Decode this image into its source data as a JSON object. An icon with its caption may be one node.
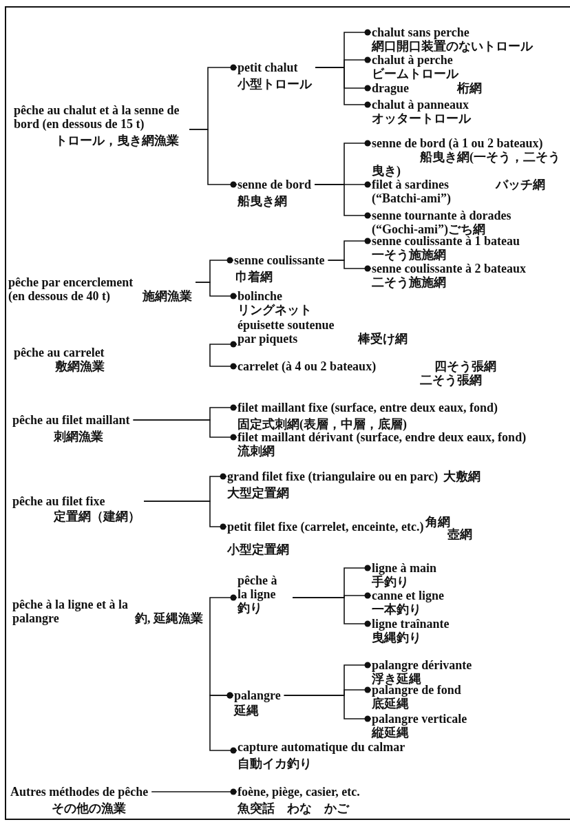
{
  "diagram": {
    "nodes": [
      {
        "text": [
          "pêche au chalut et à la senne de bord (en dessous de 15 t)",
          "トロール，曳き網漁業"
        ]
      },
      {
        "text": [
          "petit chalut",
          "小型トロール"
        ]
      },
      {
        "text": [
          "chalut sans perche",
          "網口開口装置のないトロール"
        ]
      },
      {
        "text": [
          "chalut à perche",
          "ビームトロール"
        ]
      },
      {
        "text": [
          "drague",
          "桁網"
        ]
      },
      {
        "text": [
          "chalut à panneaux",
          "オッタートロール"
        ]
      },
      {
        "text": [
          "senne de bord",
          "船曳き網"
        ]
      },
      {
        "text": [
          "senne de bord (à 1 ou 2 bateaux)",
          "船曳き網(一そう，二そう曳き)"
        ]
      },
      {
        "text": [
          "filet à sardines (“Batchi-ami”)",
          "バッチ網"
        ]
      },
      {
        "text": [
          "senne tournante à dorades",
          "(“Gochi-ami”)ごち網"
        ]
      },
      {
        "text": [
          "pêche par encerclement (en dessous de 40 t)",
          "施網漁業"
        ]
      },
      {
        "text": [
          "senne coulissante",
          "巾着網"
        ]
      },
      {
        "text": [
          "senne coulissante à 1 bateau",
          "一そう施施網"
        ]
      },
      {
        "text": [
          "senne coulissante à 2 bateaux",
          "二そう施施網"
        ]
      },
      {
        "text": [
          "bolinche",
          "リングネット"
        ]
      },
      {
        "text": [
          "pêche au carrelet",
          "敷網漁業"
        ]
      },
      {
        "text": [
          "épuisette soutenue par piquets",
          "棒受け網"
        ]
      },
      {
        "text": [
          "carrelet (à 4 ou 2 bateaux)",
          "四そう張網",
          "二そう張網"
        ]
      },
      {
        "text": [
          "pêche au filet maillant",
          "刺網漁業"
        ]
      },
      {
        "text": [
          "filet maillant fixe (surface, entre deux eaux, fond)",
          "固定式刺網(表層，中層，底層)"
        ]
      },
      {
        "text": [
          "filet maillant dérivant (surface, endre deux eaux, fond)",
          "流刺網"
        ]
      },
      {
        "text": [
          "pêche au filet fixe",
          "定置網（建網）"
        ]
      },
      {
        "text": [
          "grand filet fixe (triangulaire ou en parc)",
          "大敷網",
          "大型定置網"
        ]
      },
      {
        "text": [
          "petit filet fixe (carrelet, enceinte, etc.)",
          "角網",
          "壺網",
          "小型定置網"
        ]
      },
      {
        "text": [
          "pêche à la ligne et à la palangre",
          "釣, 延縄漁業"
        ]
      },
      {
        "text": [
          "pêche à la ligne",
          "釣り"
        ]
      },
      {
        "text": [
          "ligne à main",
          "手釣り"
        ]
      },
      {
        "text": [
          "canne et ligne",
          "一本釣り"
        ]
      },
      {
        "text": [
          "ligne traînante",
          "曳縄釣り"
        ]
      },
      {
        "text": [
          "palangre",
          "延縄"
        ]
      },
      {
        "text": [
          "palangre dérivante",
          "浮き延縄"
        ]
      },
      {
        "text": [
          "palangre de fond",
          "底延縄"
        ]
      },
      {
        "text": [
          "palangre verticale",
          "縦延縄"
        ]
      },
      {
        "text": [
          "capture automatique du calmar",
          "自動イカ釣り"
        ]
      },
      {
        "text": [
          "Autres méthodes de pêche",
          "その他の漁業"
        ]
      },
      {
        "text": [
          "foène, piège, casier, etc.",
          "魚突話　わな　かご"
        ]
      }
    ],
    "edges": [
      {
        "from": 0,
        "to": 1,
        "arrow": "other"
      },
      {
        "from": 0,
        "to": 6,
        "arrow": "other"
      },
      {
        "from": 1,
        "to": 2,
        "arrow": "other"
      },
      {
        "from": 1,
        "to": 3,
        "arrow": "other"
      },
      {
        "from": 1,
        "to": 4,
        "arrow": "other"
      },
      {
        "from": 1,
        "to": 5,
        "arrow": "other"
      },
      {
        "from": 6,
        "to": 7,
        "arrow": "other"
      },
      {
        "from": 6,
        "to": 8,
        "arrow": "other"
      },
      {
        "from": 6,
        "to": 9,
        "arrow": "other"
      },
      {
        "from": 10,
        "to": 11,
        "arrow": "other"
      },
      {
        "from": 10,
        "to": 14,
        "arrow": "other"
      },
      {
        "from": 11,
        "to": 12,
        "arrow": "other"
      },
      {
        "from": 11,
        "to": 13,
        "arrow": "other"
      },
      {
        "from": 16,
        "to": 17,
        "arrow": "other"
      },
      {
        "from": 18,
        "to": 19,
        "arrow": "other"
      },
      {
        "from": 18,
        "to": 20,
        "arrow": "other"
      },
      {
        "from": 21,
        "to": 22,
        "arrow": "other"
      },
      {
        "from": 21,
        "to": 23,
        "arrow": "other"
      },
      {
        "from": 25,
        "to": 26,
        "arrow": "other"
      },
      {
        "from": 25,
        "to": 27,
        "arrow": "other"
      },
      {
        "from": 25,
        "to": 28,
        "arrow": "other"
      },
      {
        "from": 25,
        "to": 29,
        "arrow": "other"
      },
      {
        "from": 29,
        "to": 30,
        "arrow": "other"
      },
      {
        "from": 29,
        "to": 31,
        "arrow": "other"
      },
      {
        "from": 29,
        "to": 32,
        "arrow": "other"
      },
      {
        "from": 29,
        "to": 33,
        "arrow": "other"
      },
      {
        "from": 34,
        "to": 35,
        "arrow": "other"
      }
    ]
  }
}
